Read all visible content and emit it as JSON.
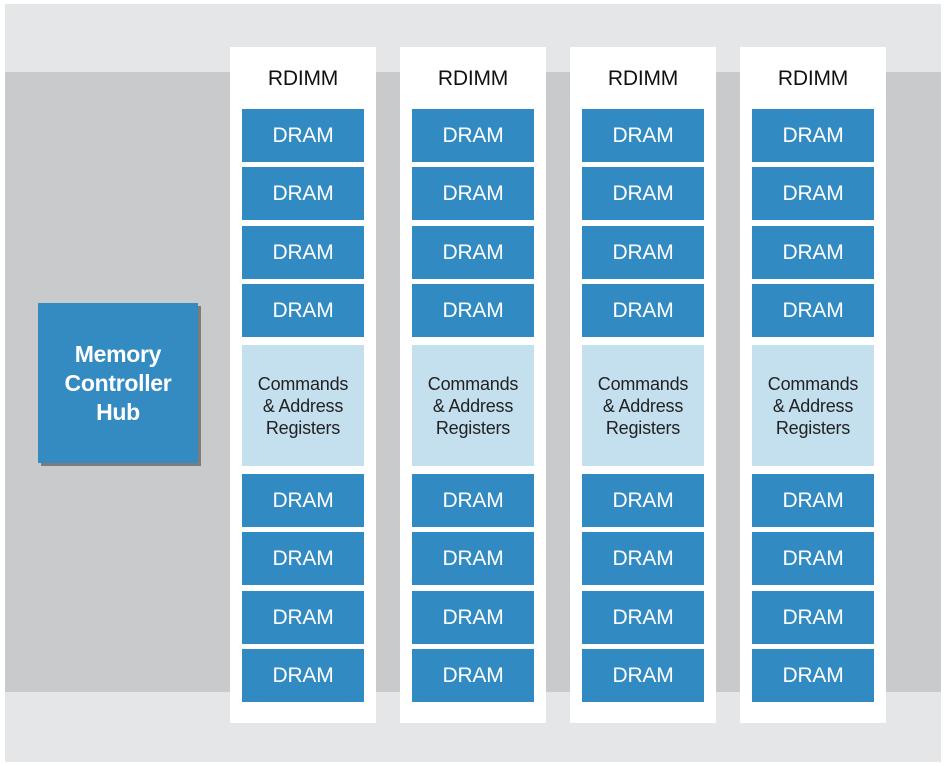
{
  "controller": {
    "label": "Memory\nController\nHub"
  },
  "rdimms": [
    {
      "title": "RDIMM",
      "chips_top": [
        "DRAM",
        "DRAM",
        "DRAM",
        "DRAM"
      ],
      "registers": "Commands\n& Address\nRegisters",
      "chips_bottom": [
        "DRAM",
        "DRAM",
        "DRAM",
        "DRAM"
      ]
    },
    {
      "title": "RDIMM",
      "chips_top": [
        "DRAM",
        "DRAM",
        "DRAM",
        "DRAM"
      ],
      "registers": "Commands\n& Address\nRegisters",
      "chips_bottom": [
        "DRAM",
        "DRAM",
        "DRAM",
        "DRAM"
      ]
    },
    {
      "title": "RDIMM",
      "chips_top": [
        "DRAM",
        "DRAM",
        "DRAM",
        "DRAM"
      ],
      "registers": "Commands\n& Address\nRegisters",
      "chips_bottom": [
        "DRAM",
        "DRAM",
        "DRAM",
        "DRAM"
      ]
    },
    {
      "title": "RDIMM",
      "chips_top": [
        "DRAM",
        "DRAM",
        "DRAM",
        "DRAM"
      ],
      "registers": "Commands\n& Address\nRegisters",
      "chips_bottom": [
        "DRAM",
        "DRAM",
        "DRAM",
        "DRAM"
      ]
    }
  ],
  "colors": {
    "dram": "#318bc2",
    "registers": "#c4dfee",
    "controller": "#338bc2",
    "background_outer": "#e5e6e7",
    "background_band": "#c9cacb"
  }
}
